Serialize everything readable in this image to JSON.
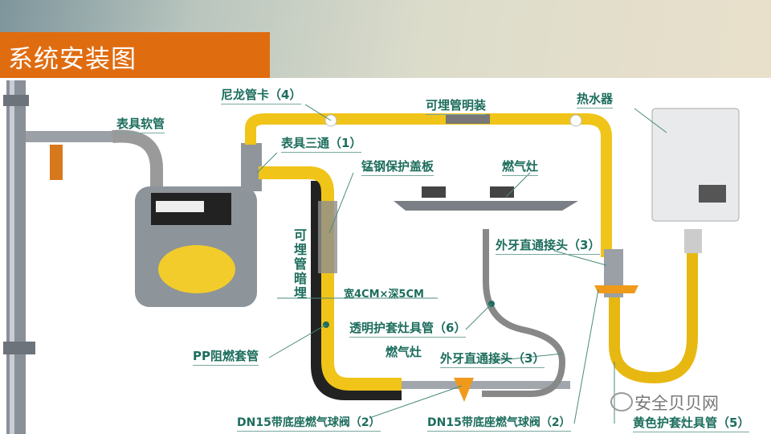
{
  "title": "系统安装图",
  "labels": {
    "meter_hose": "表具软管",
    "nylon_clip": "尼龙管卡（4）",
    "exposed_pipe": "可埋管明装",
    "water_heater": "热水器",
    "meter_tee": "表具三通（1）",
    "steel_cover": "锰钢保护盖板",
    "stove_top": "燃气灶",
    "buried_pipe": "可埋管暗埋",
    "groove_size": "宽4CM×深5CM",
    "transparent_hose": "透明护套灶具管（6）",
    "stove_mid": "燃气灶",
    "connector_right": "外牙直通接头（3）",
    "connector_bottom": "外牙直通接头（3）",
    "pp_sleeve": "PP阻燃套管",
    "ball_valve_left": "DN15带底座燃气球阀（2）",
    "ball_valve_right": "DN15带底座燃气球阀（2）",
    "yellow_hose": "黄色护套灶具管（5）"
  },
  "watermark": "安全贝贝网",
  "colors": {
    "header": "#e06c10",
    "label": "#1c6d5d",
    "pipe_yellow": "#f0c419"
  }
}
